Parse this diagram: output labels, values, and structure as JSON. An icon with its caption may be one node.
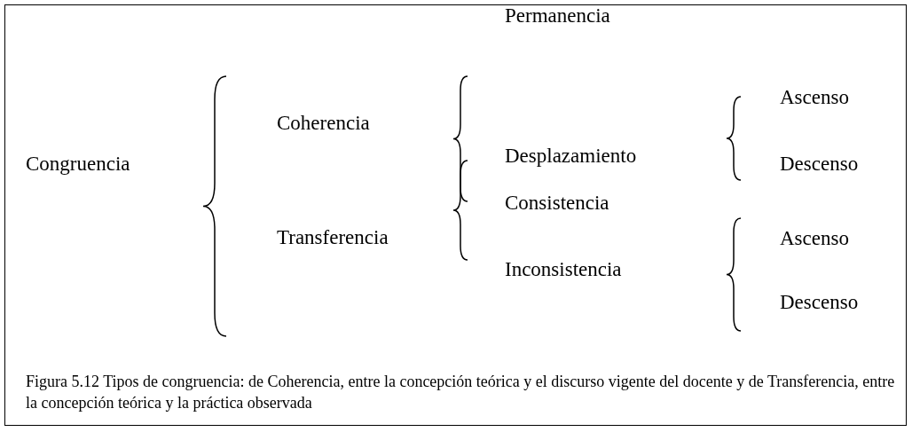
{
  "diagram": {
    "caption": "Figura 5.12 Tipos de congruencia: de Coherencia, entre la concepción teórica y el discurso vigente del docente y de Transferencia, entre la concepción teórica y la práctica observada",
    "nodes": [
      {
        "text": [
          "Congruencia"
        ]
      },
      {
        "text": [
          "Coherencia"
        ]
      },
      {
        "text": [
          "Transferencia"
        ]
      },
      {
        "text": [
          "Permanencia"
        ]
      },
      {
        "text": [
          "Desplazamiento"
        ]
      },
      {
        "text": [
          "Ascenso"
        ]
      },
      {
        "text": [
          "Descenso"
        ]
      },
      {
        "text": [
          "Consistencia"
        ]
      },
      {
        "text": [
          "Inconsistencia"
        ]
      },
      {
        "text": [
          "Ascenso"
        ]
      },
      {
        "text": [
          "Descenso"
        ]
      }
    ]
  }
}
